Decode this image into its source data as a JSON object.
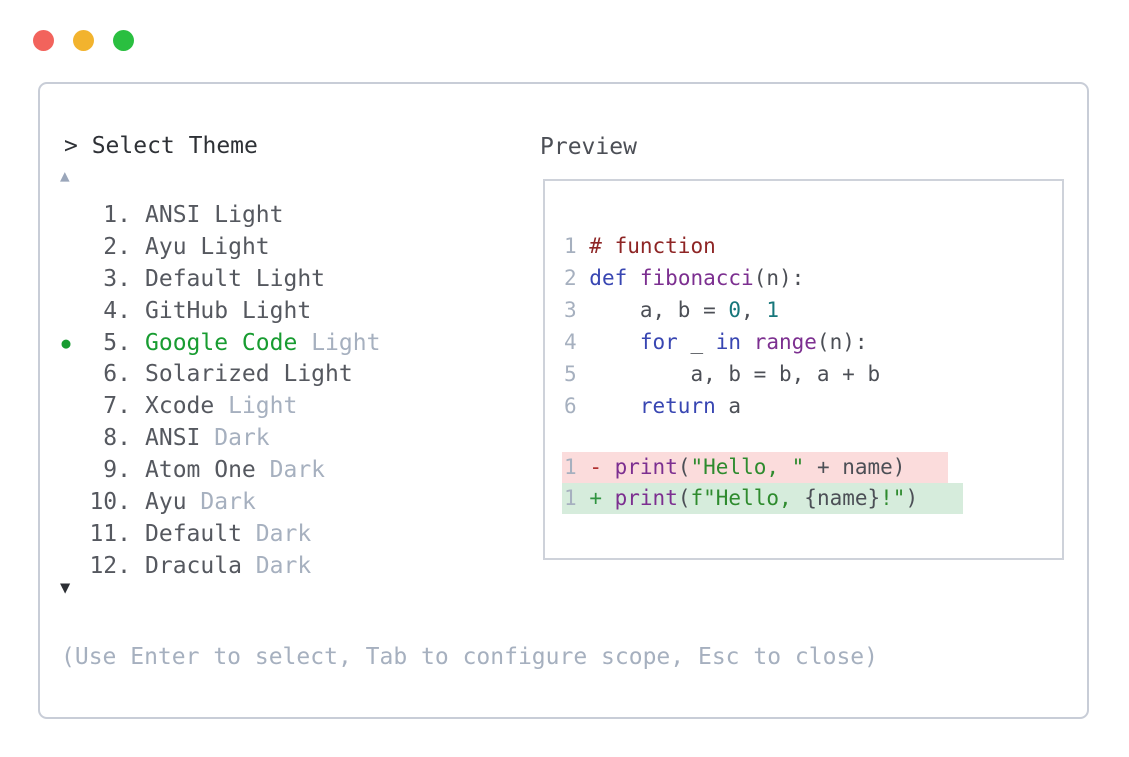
{
  "window": {
    "controls": [
      {
        "name": "close",
        "color": "#f2635c"
      },
      {
        "name": "minimize",
        "color": "#f2b32e"
      },
      {
        "name": "maximize",
        "color": "#2abf40"
      }
    ]
  },
  "colors": {
    "panel_border": "#c8cdd7",
    "preview_border": "#ced2da",
    "selected_green": "#189c31",
    "muted_text": "#a6b0bf",
    "primary_text": "#2e3136",
    "list_text": "#55585f",
    "diff_removed_bg": "#fbdcdc",
    "diff_added_bg": "#d6ecdc",
    "code": {
      "comment": "#8e2525",
      "keyword": "#3846b2",
      "function": "#7c2f90",
      "number": "#17777b",
      "string": "#2e8b2e",
      "plain": "#4c4f56",
      "line_number": "#a6b0bf",
      "minus": "#b03030",
      "plus": "#2f9440"
    }
  },
  "selector": {
    "prompt": "> Select Theme",
    "scroll_up_indicator": "▲",
    "scroll_down_indicator": "▼",
    "selected_bullet": "●",
    "items": [
      {
        "num": "1.",
        "name": "ANSI",
        "tag": "Light",
        "tag_muted": false,
        "selected": false
      },
      {
        "num": "2.",
        "name": "Ayu",
        "tag": "Light",
        "tag_muted": false,
        "selected": false
      },
      {
        "num": "3.",
        "name": "Default",
        "tag": "Light",
        "tag_muted": false,
        "selected": false
      },
      {
        "num": "4.",
        "name": "GitHub",
        "tag": "Light",
        "tag_muted": false,
        "selected": false
      },
      {
        "num": "5.",
        "name": "Google Code",
        "tag": "Light",
        "tag_muted": true,
        "selected": true
      },
      {
        "num": "6.",
        "name": "Solarized",
        "tag": "Light",
        "tag_muted": false,
        "selected": false
      },
      {
        "num": "7.",
        "name": "Xcode",
        "tag": "Light",
        "tag_muted": true,
        "selected": false
      },
      {
        "num": "8.",
        "name": "ANSI",
        "tag": "Dark",
        "tag_muted": true,
        "selected": false
      },
      {
        "num": "9.",
        "name": "Atom One",
        "tag": "Dark",
        "tag_muted": true,
        "selected": false
      },
      {
        "num": "10.",
        "name": "Ayu",
        "tag": "Dark",
        "tag_muted": true,
        "selected": false
      },
      {
        "num": "11.",
        "name": "Default",
        "tag": "Dark",
        "tag_muted": true,
        "selected": false
      },
      {
        "num": "12.",
        "name": "Dracula",
        "tag": "Dark",
        "tag_muted": true,
        "selected": false
      }
    ],
    "help": "(Use Enter to select, Tab to configure scope, Esc to close)"
  },
  "preview": {
    "label": "Preview",
    "code_lines": [
      {
        "num": "1",
        "segments": [
          {
            "text": "# function",
            "color": "comment"
          }
        ]
      },
      {
        "num": "2",
        "segments": [
          {
            "text": "def",
            "color": "keyword"
          },
          {
            "text": " ",
            "color": "plain"
          },
          {
            "text": "fibonacci",
            "color": "function"
          },
          {
            "text": "(n):",
            "color": "plain"
          }
        ]
      },
      {
        "num": "3",
        "segments": [
          {
            "text": "    a, b = ",
            "color": "plain"
          },
          {
            "text": "0",
            "color": "number"
          },
          {
            "text": ", ",
            "color": "plain"
          },
          {
            "text": "1",
            "color": "number"
          }
        ]
      },
      {
        "num": "4",
        "segments": [
          {
            "text": "    ",
            "color": "plain"
          },
          {
            "text": "for",
            "color": "keyword"
          },
          {
            "text": " _ ",
            "color": "plain"
          },
          {
            "text": "in",
            "color": "keyword"
          },
          {
            "text": " ",
            "color": "plain"
          },
          {
            "text": "range",
            "color": "function"
          },
          {
            "text": "(n):",
            "color": "plain"
          }
        ]
      },
      {
        "num": "5",
        "segments": [
          {
            "text": "        a, b = b, a + b",
            "color": "plain"
          }
        ]
      },
      {
        "num": "6",
        "segments": [
          {
            "text": "    ",
            "color": "plain"
          },
          {
            "text": "return",
            "color": "keyword"
          },
          {
            "text": " a",
            "color": "plain"
          }
        ]
      }
    ],
    "diff_lines": [
      {
        "bg": "removed",
        "segments": [
          {
            "text": "1",
            "color": "muted"
          },
          {
            "text": " ",
            "color": "plain"
          },
          {
            "text": "-",
            "color": "minus"
          },
          {
            "text": " ",
            "color": "plain"
          },
          {
            "text": "print",
            "color": "function"
          },
          {
            "text": "(",
            "color": "plain"
          },
          {
            "text": "\"Hello, \"",
            "color": "string"
          },
          {
            "text": " + name)",
            "color": "plain"
          }
        ]
      },
      {
        "bg": "added",
        "segments": [
          {
            "text": "1",
            "color": "muted"
          },
          {
            "text": " ",
            "color": "plain"
          },
          {
            "text": "+",
            "color": "plus"
          },
          {
            "text": " ",
            "color": "plain"
          },
          {
            "text": "print",
            "color": "function"
          },
          {
            "text": "(",
            "color": "plain"
          },
          {
            "text": "f\"Hello, ",
            "color": "string"
          },
          {
            "text": "{name}",
            "color": "plain"
          },
          {
            "text": "!\"",
            "color": "string"
          },
          {
            "text": ")",
            "color": "plain"
          }
        ]
      }
    ]
  }
}
